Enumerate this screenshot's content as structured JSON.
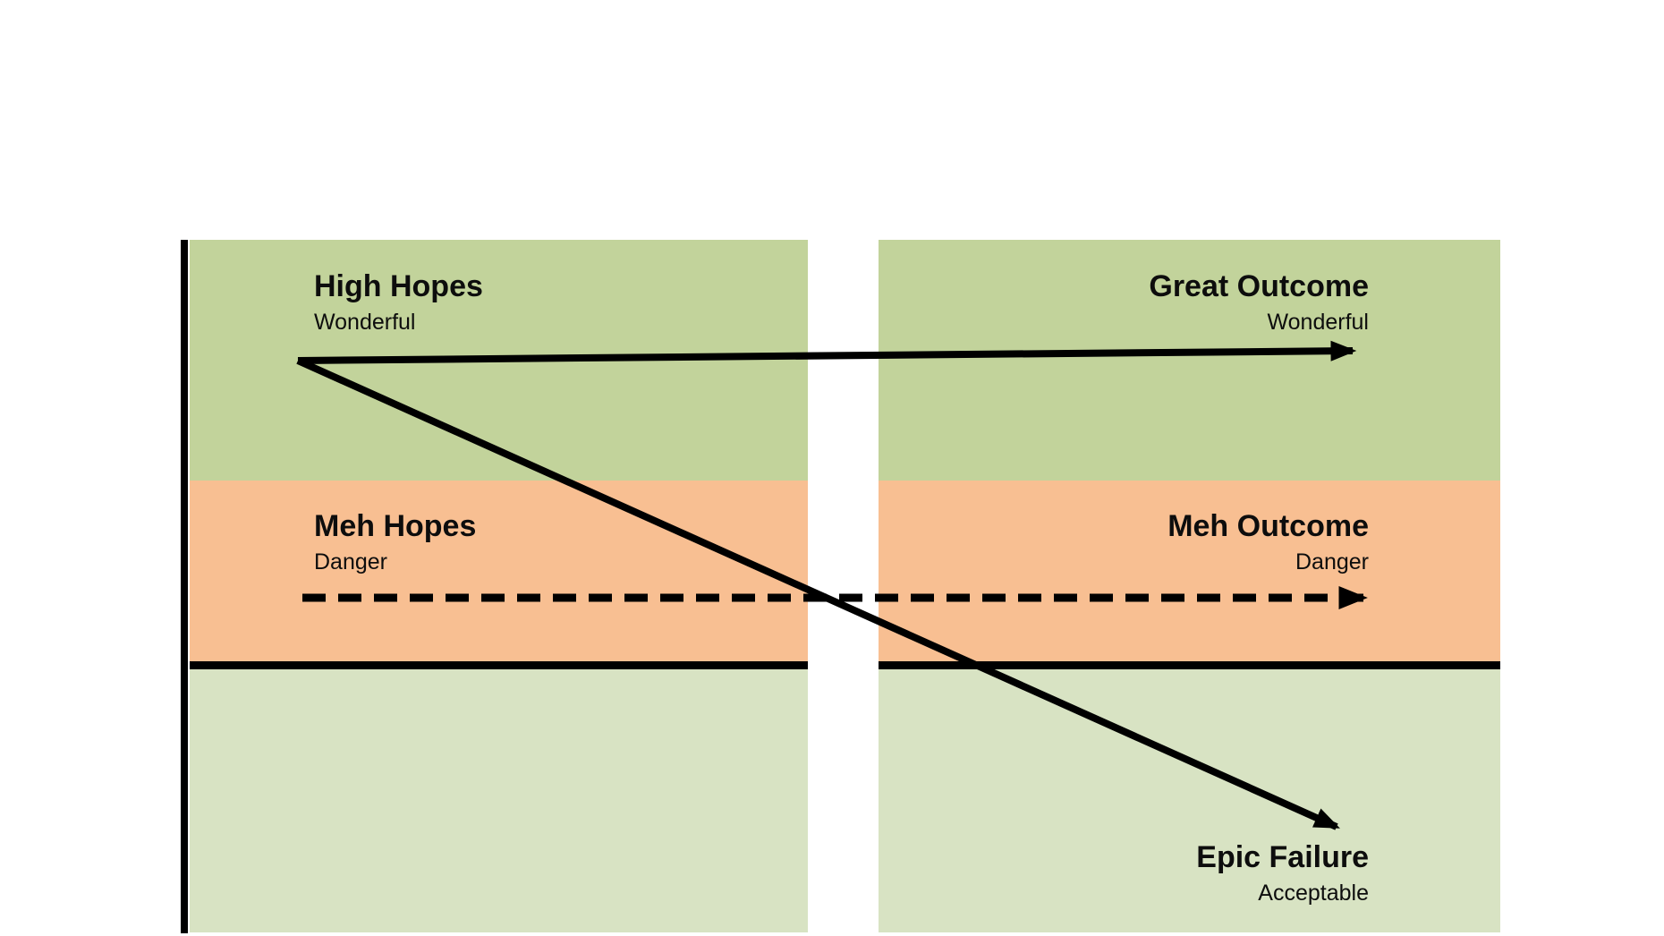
{
  "diagram": {
    "hopes_column": {
      "high": {
        "heading": "High Hopes",
        "subtitle": "Wonderful"
      },
      "meh": {
        "heading": "Meh Hopes",
        "subtitle": "Danger"
      }
    },
    "outcomes_column": {
      "great": {
        "heading": "Great Outcome",
        "subtitle": "Wonderful"
      },
      "meh": {
        "heading": "Meh Outcome",
        "subtitle": "Danger"
      },
      "failure": {
        "heading": "Epic Failure",
        "subtitle": "Acceptable"
      }
    },
    "arrows": [
      {
        "style": "solid",
        "from": "High Hopes",
        "to": "Great Outcome"
      },
      {
        "style": "solid",
        "from": "High Hopes",
        "to": "Epic Failure"
      },
      {
        "style": "dashed",
        "from": "Meh Hopes",
        "to": "Meh Outcome"
      }
    ],
    "colors": {
      "band_top": "#c2d39b",
      "band_middle": "#f8bf92",
      "band_bottom": "#d8e3c3",
      "line": "#000000"
    }
  }
}
